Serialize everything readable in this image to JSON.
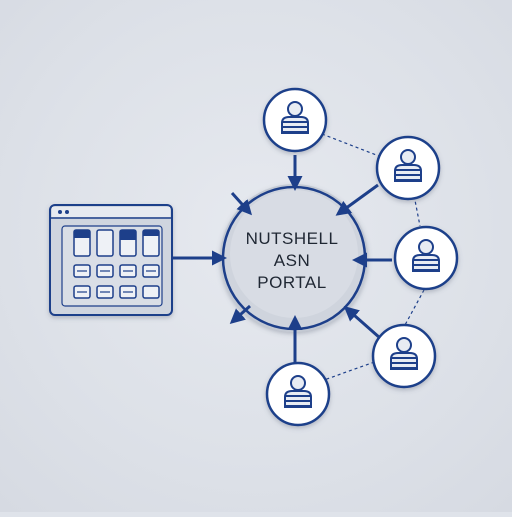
{
  "portal": {
    "line1": "NUTSHELL",
    "line2": "ASN",
    "line3": "PORTAL"
  },
  "colors": {
    "accent": "#1d3f8a",
    "background": "#dfe3ea",
    "hub_fill": "#c9ced8",
    "node_fill": "#ffffff"
  },
  "icons": {
    "source": "dashboard-window-icon",
    "nodes": "user-icon",
    "hub": "portal-hub"
  },
  "nodes": [
    {
      "id": "user-1"
    },
    {
      "id": "user-2"
    },
    {
      "id": "user-3"
    },
    {
      "id": "user-4"
    },
    {
      "id": "user-5"
    }
  ]
}
